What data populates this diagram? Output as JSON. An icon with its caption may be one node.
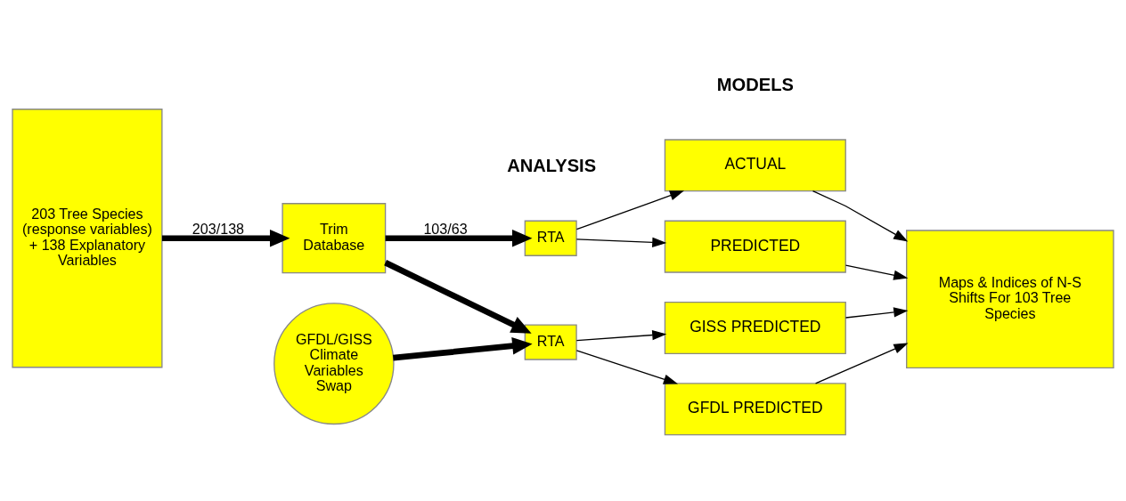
{
  "diagram": {
    "nodes": [
      {
        "text": [
          "203 Tree Species (response variables) + 138 Explanatory Variables"
        ]
      },
      {
        "text": [
          "Trim Database"
        ]
      },
      {
        "text": [
          "RTA"
        ]
      },
      {
        "text": [
          "RTA"
        ]
      },
      {
        "text": [
          "ACTUAL"
        ]
      },
      {
        "text": [
          "PREDICTED"
        ]
      },
      {
        "text": [
          "GISS PREDICTED"
        ]
      },
      {
        "text": [
          "GFDL PREDICTED"
        ]
      },
      {
        "text": [
          "Maps & Indices of N-S Shifts For 103 Tree Species"
        ]
      },
      {
        "text": [
          "GFDL/GISS Climate Variables Swap"
        ]
      }
    ],
    "edges": [
      {
        "from": 0,
        "to": 1,
        "arrow": "to",
        "label": "203/138",
        "style": "thick"
      },
      {
        "from": 1,
        "to": 2,
        "arrow": "to",
        "label": "103/63",
        "style": "thick"
      },
      {
        "from": 1,
        "to": 3,
        "arrow": "to",
        "style": "thick"
      },
      {
        "from": 9,
        "to": 3,
        "arrow": "to",
        "style": "thick"
      },
      {
        "from": 2,
        "to": 4,
        "arrow": "to"
      },
      {
        "from": 2,
        "to": 5,
        "arrow": "to"
      },
      {
        "from": 3,
        "to": 6,
        "arrow": "to"
      },
      {
        "from": 3,
        "to": 7,
        "arrow": "to"
      },
      {
        "from": 4,
        "to": 8,
        "arrow": "to"
      },
      {
        "from": 5,
        "to": 8,
        "arrow": "to"
      },
      {
        "from": 6,
        "to": 8,
        "arrow": "to"
      },
      {
        "from": 7,
        "to": 8,
        "arrow": "to"
      }
    ],
    "labels": [
      "ANALYSIS",
      "MODELS"
    ]
  }
}
